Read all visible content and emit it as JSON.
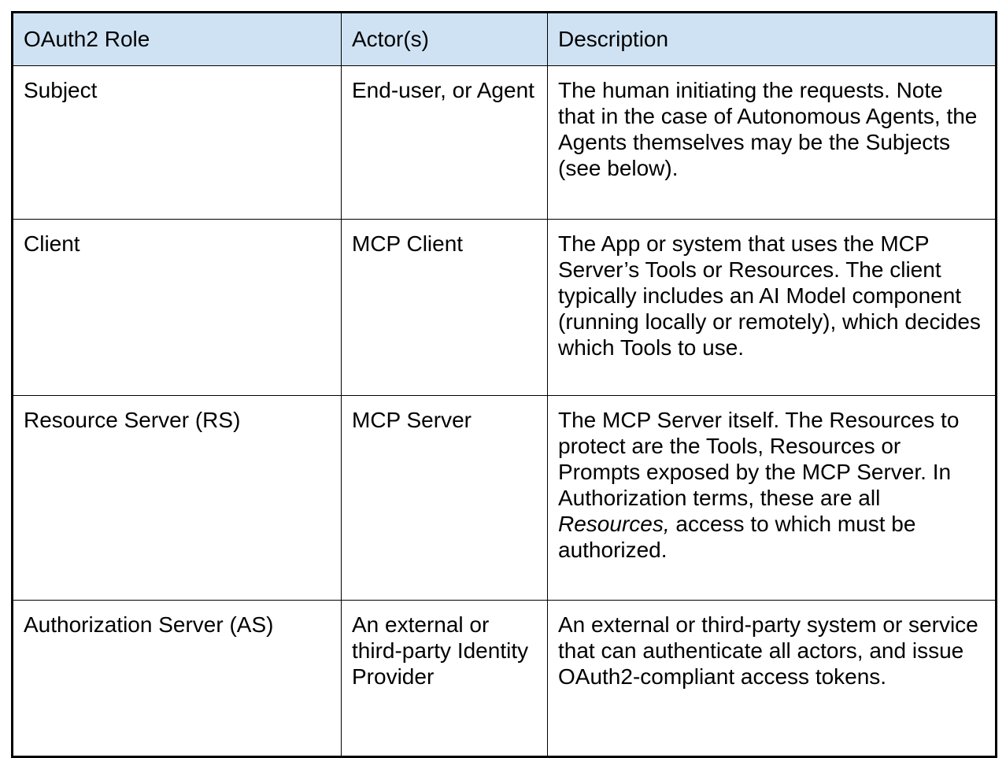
{
  "table": {
    "colors": {
      "header_background": "#cfe2f3",
      "border": "#000000",
      "text": "#000000"
    },
    "columns": {
      "role": "OAuth2 Role",
      "actors": "Actor(s)",
      "description": "Description"
    },
    "rows": [
      {
        "role": "Subject",
        "actors": "End-user, or Agent",
        "description": "The human initiating the requests. Note that in the case of Autonomous Agents, the Agents themselves may be the Subjects (see below)."
      },
      {
        "role": "Client",
        "actors": "MCP Client",
        "description": "The App or system that uses the MCP Server’s Tools or Resources. The client typically includes an AI Model component (running locally or remotely), which decides which Tools to use."
      },
      {
        "role": "Resource Server (RS)",
        "actors": "MCP Server",
        "description_prefix": "The MCP Server itself. The Resources to protect are the Tools, Resources or Prompts exposed by the MCP Server. In Authorization terms, these are all ",
        "description_italic": "Resources,",
        "description_suffix": " access to which must be authorized."
      },
      {
        "role": "Authorization Server (AS)",
        "actors": "An external or third-party Identity Provider",
        "description": "An external or third-party system or service that can authenticate all actors, and issue OAuth2-compliant access tokens."
      }
    ]
  }
}
